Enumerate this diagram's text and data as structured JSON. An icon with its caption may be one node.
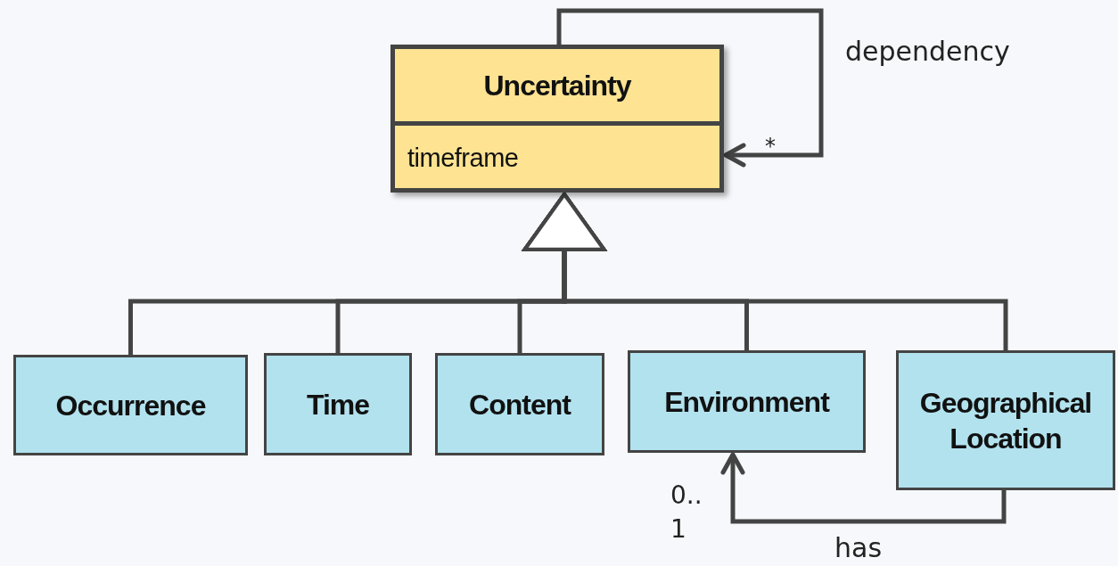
{
  "diagram": {
    "nodes": [
      {
        "text": [
          "Uncertainty",
          "timeframe"
        ]
      },
      {
        "text": [
          "Occurrence"
        ]
      },
      {
        "text": [
          "Time"
        ]
      },
      {
        "text": [
          "Content"
        ]
      },
      {
        "text": [
          "Environment"
        ]
      },
      {
        "text": [
          "Geographical Location"
        ]
      }
    ],
    "edges": [
      {
        "from": 0,
        "to": 0,
        "arrow": "to",
        "label": "dependency"
      },
      {
        "from": 1,
        "to": 0,
        "arrow": "to"
      },
      {
        "from": 2,
        "to": 0,
        "arrow": "to"
      },
      {
        "from": 3,
        "to": 0,
        "arrow": "to"
      },
      {
        "from": 4,
        "to": 0,
        "arrow": "to"
      },
      {
        "from": 5,
        "to": 0,
        "arrow": "to"
      },
      {
        "from": 5,
        "to": 4,
        "arrow": "to",
        "label": "has"
      }
    ],
    "labels": [
      "*",
      "0.. 1"
    ]
  }
}
